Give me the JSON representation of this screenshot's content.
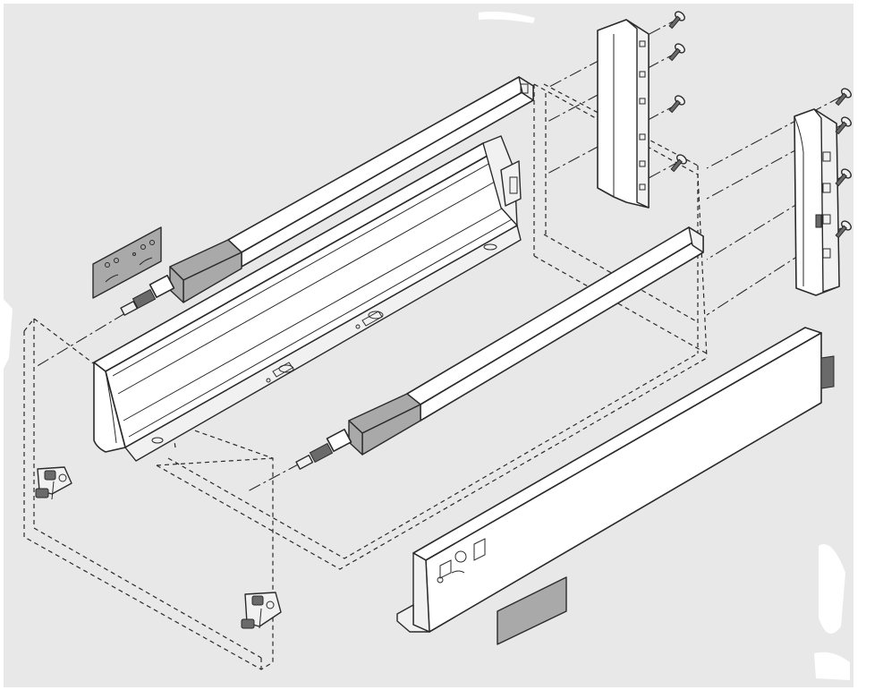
{
  "diagram": {
    "kind": "exploded-assembly-drawing",
    "background_color": "#e8e8e8",
    "line_color": "#2a2a2a",
    "cover_cap_color": "#a9a9a9",
    "components": [
      "drawer-side-left",
      "drawer-side-right",
      "runner-left",
      "runner-right",
      "rear-bracket-left",
      "rear-bracket-right",
      "front-fixing-bracket-top",
      "front-fixing-bracket-bottom",
      "cover-cap-left",
      "cover-cap-right",
      "screw"
    ]
  }
}
